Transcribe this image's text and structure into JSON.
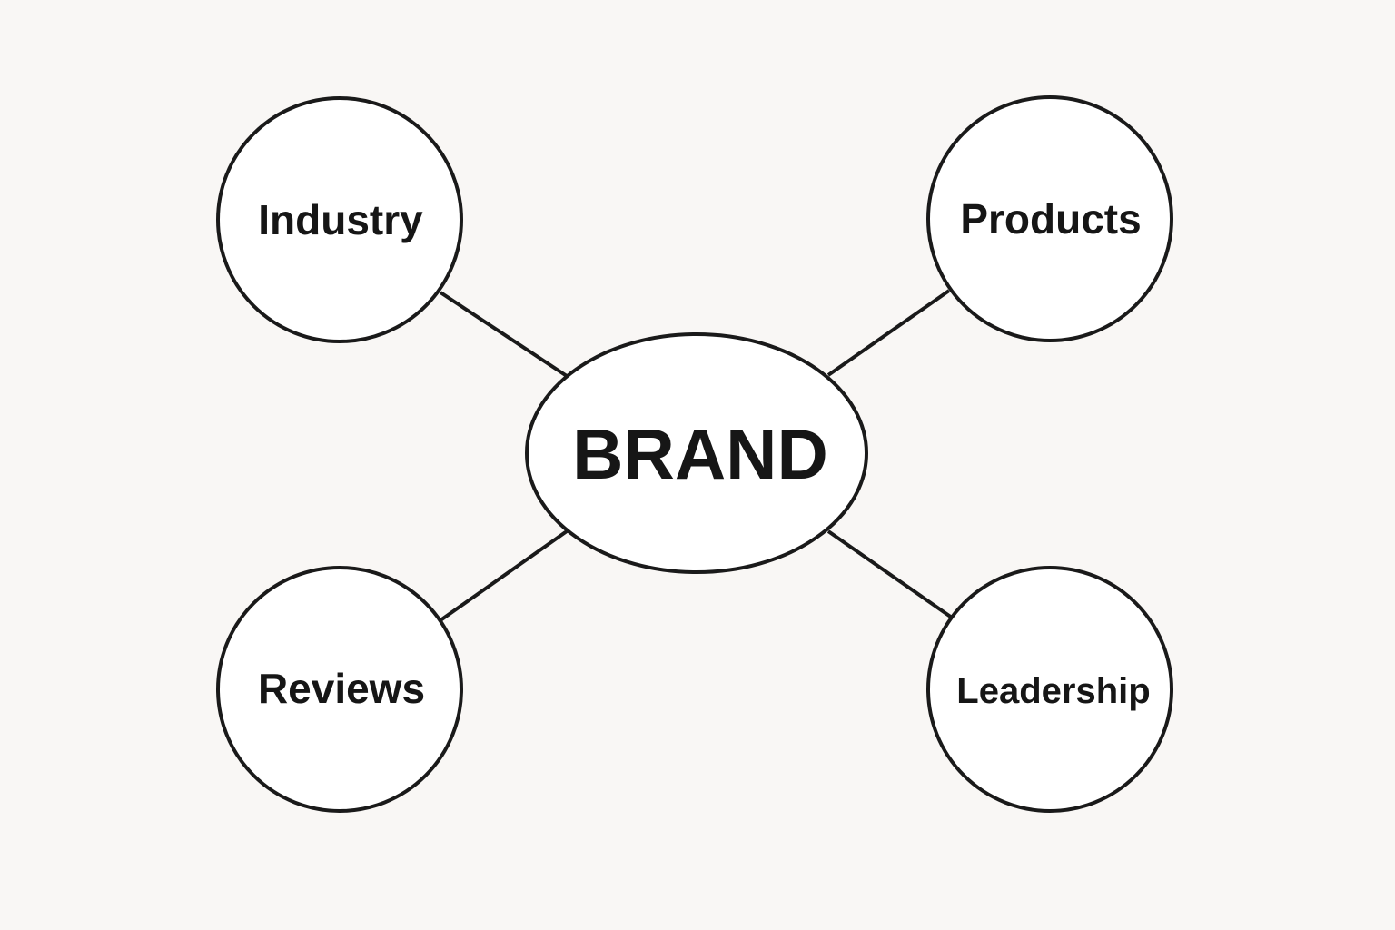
{
  "diagram": {
    "center": {
      "label": "BRAND"
    },
    "nodes": [
      {
        "label": "Industry"
      },
      {
        "label": "Products"
      },
      {
        "label": "Reviews"
      },
      {
        "label": "Leadership"
      }
    ],
    "colors": {
      "background": "#f9f7f5",
      "stroke": "#1a1a1a",
      "fill": "#ffffff"
    }
  }
}
